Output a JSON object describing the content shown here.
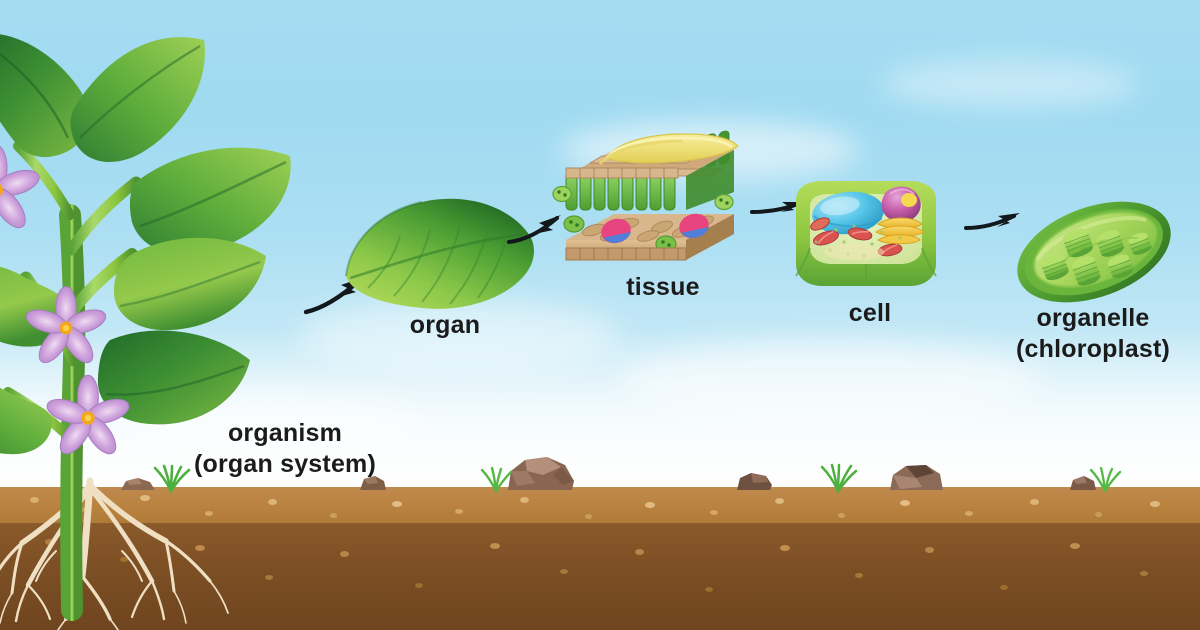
{
  "diagram": {
    "subject": "levels-of-biological-organization-in-a-plant",
    "background": {
      "sky_color_top": "#a5dcf2",
      "sky_color_bottom": "#ffffff",
      "soil_top_color": "#b9823f",
      "soil_bottom_color": "#7d4f24"
    },
    "stages": [
      {
        "id": "organism",
        "label": "organism\n(organ system)",
        "label_line1": "organism",
        "label_line2": "(organ system)",
        "icon": "flowering-plant-with-roots",
        "colors": {
          "leaf_dark": "#2f7d32",
          "leaf_light": "#8cc63f",
          "stem": "#8cc63f",
          "flower_petal": "#c9a0d8",
          "flower_center": "#f2a81d",
          "root": "#efe0c4"
        }
      },
      {
        "id": "organ",
        "label": "organ",
        "icon": "single-leaf",
        "colors": {
          "leaf_dark": "#2e7d32",
          "leaf_mid": "#66bb3a",
          "leaf_light": "#b6d957"
        }
      },
      {
        "id": "tissue",
        "label": "tissue",
        "icon": "leaf-cross-section-block",
        "colors": {
          "cuticle": "#f2e07a",
          "epidermis": "#d9b38c",
          "palisade": "#6fbf4a",
          "spongy": "#c8a06a",
          "xylem": "#e0427a",
          "phloem": "#4a7fd4"
        }
      },
      {
        "id": "cell",
        "label": "cell",
        "icon": "plant-cell",
        "colors": {
          "cell_wall": "#8cc63f",
          "vacuole": "#5bc8e8",
          "nucleus": "#c45ca8",
          "nucleolus": "#f2d34a",
          "golgi": "#f2c53d",
          "mitochondria": "#d9534f"
        }
      },
      {
        "id": "organelle",
        "label": "organelle\n(chloroplast)",
        "label_line1": "organelle",
        "label_line2": "(chloroplast)",
        "icon": "chloroplast",
        "colors": {
          "envelope": "#4f9e31",
          "stroma": "#a8d65c",
          "grana": "#7cc242"
        }
      }
    ],
    "arrows": [
      {
        "id": "arrow-organism-to-organ",
        "from": "organism",
        "to": "organ"
      },
      {
        "id": "arrow-organ-to-tissue",
        "from": "organ",
        "to": "tissue"
      },
      {
        "id": "arrow-tissue-to-cell",
        "from": "tissue",
        "to": "cell"
      },
      {
        "id": "arrow-cell-to-organelle",
        "from": "cell",
        "to": "organelle"
      }
    ]
  }
}
